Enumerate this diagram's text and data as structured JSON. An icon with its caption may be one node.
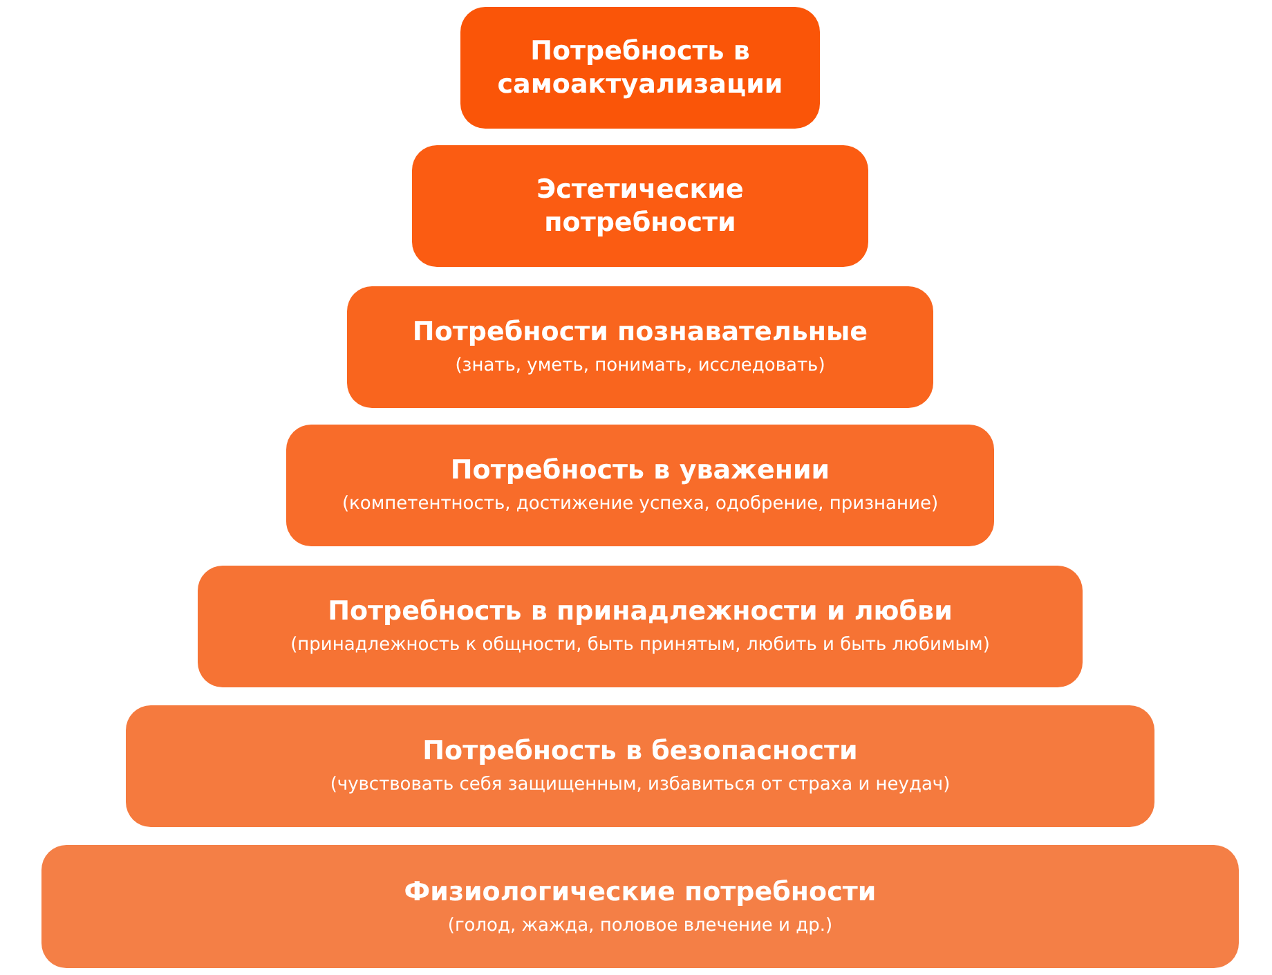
{
  "diagram": {
    "nodes": [
      {
        "text": [
          "Потребность в самоактуализации"
        ]
      },
      {
        "text": [
          "Эстетические потребности"
        ]
      },
      {
        "text": [
          "Потребности познавательные",
          "(знать, уметь, понимать, исследовать)"
        ]
      },
      {
        "text": [
          "Потребность в уважении",
          "(компетентность, достижение успеха, одобрение, признание)"
        ]
      },
      {
        "text": [
          "Потребность в принадлежности и любви",
          "(принадлежность к общности, быть принятым, любить и быть любимым)"
        ]
      },
      {
        "text": [
          "Потребность в безопасности",
          "(чувствовать себя защищенным, избавиться от страха и неудач)"
        ]
      },
      {
        "text": [
          "Физиологические потребности",
          "(голод, жажда, половое влечение и др.)"
        ]
      }
    ]
  }
}
